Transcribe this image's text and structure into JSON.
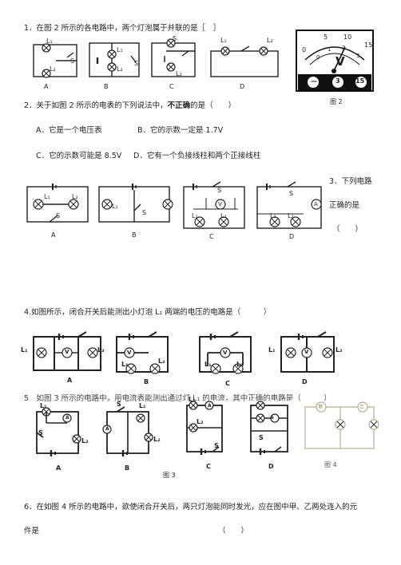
{
  "q1": {
    "text": "1．在图 2 所示的各电路中，两个灯泡属于并联的是［　］",
    "labels": [
      "A",
      "B",
      "C",
      "D"
    ]
  },
  "fig2": {
    "scale_top": [
      "5",
      "10"
    ],
    "scale_top_right": "15",
    "scale_bottom": [
      "0",
      "1",
      "2",
      "3"
    ],
    "scale_left": "0",
    "symbol": "V",
    "terminals": [
      "—",
      "3",
      "15"
    ],
    "caption": "图 2"
  },
  "q2": {
    "text": "2．关于如图 2 所示的电表的下列说法中，",
    "emph": "不正确",
    "text_end": "的是（　　）",
    "opt_a": "A．它是一个电压表",
    "opt_b": "B．它的示数一定是 1.7V",
    "opt_c": "C．它的示数可能是 8.5V",
    "opt_d": "D．它有一个负接线柱和两个正接线柱"
  },
  "q3": {
    "line1": "3．下列电路",
    "line2": "正确的是",
    "line3": "（　　）",
    "labels": [
      "A",
      "B",
      "C",
      "D"
    ]
  },
  "q4": {
    "text": "4.如图所示，闭合开关后能测出小灯泡 L₁ 两端的电压的电路是（　　　）",
    "labels": [
      "A",
      "B",
      "C",
      "D"
    ]
  },
  "q5": {
    "text": "5　如图 3 所示的电路中，用电流表能测出通过灯 L₁ 的电流，其中正确的电路是（　　　）",
    "labels": [
      "A",
      "B",
      "C",
      "D"
    ],
    "fig3_caption": "图 3",
    "fig4_caption": "图 4"
  },
  "q6": {
    "line1": "6．在如图 4 所示的电路中，欲使闭合开关后，两只灯泡能同时发光，应在图中甲、乙两处连入的元",
    "line2": "件是",
    "blank": "（　　）"
  },
  "symbols": {
    "L1": "L₁",
    "L2": "L₂",
    "S": "S",
    "V": "V",
    "A": "A",
    "jia": "甲",
    "yi": "乙",
    "plus": "+",
    "minus": "-"
  }
}
